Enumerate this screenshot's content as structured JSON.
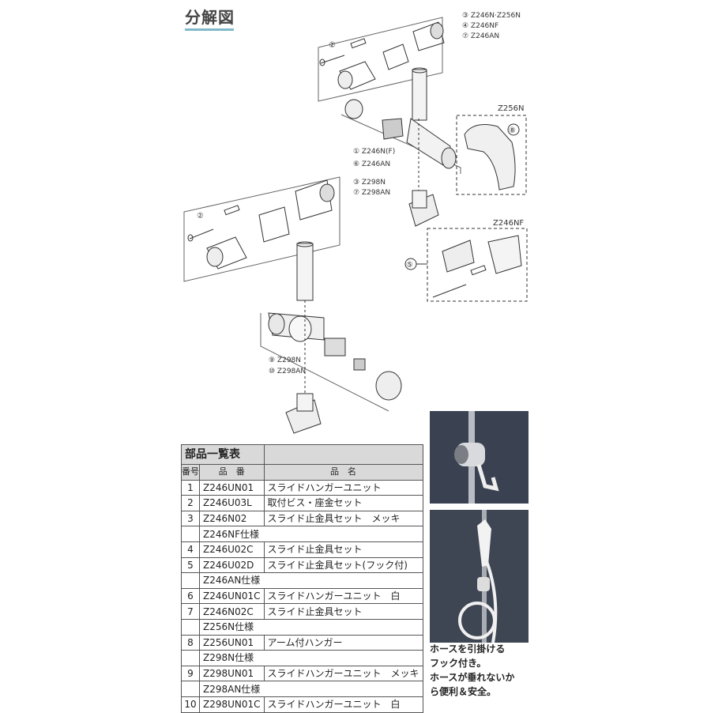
{
  "title": "分解図",
  "diagram": {
    "callouts": {
      "top_right": [
        "③ Z246N·Z256N",
        "④ Z246NF",
        "⑦ Z246AN"
      ],
      "mid_left": [
        "① Z246N(F)",
        "⑥ Z246AN"
      ],
      "upper_left2": [
        "③ Z298N",
        "⑦ Z298AN"
      ],
      "bottom_left": [
        "⑨ Z298N",
        "⑩ Z298AN"
      ]
    },
    "box_labels": {
      "z256n": "Z256N",
      "z246nf": "Z246NF"
    },
    "marker_2": "②",
    "marker_5": "⑤",
    "marker_8": "⑧"
  },
  "table": {
    "title": "部品一覧表",
    "headers": {
      "num": "番号",
      "code": "品　番",
      "name": "品　名"
    },
    "rows": [
      {
        "type": "item",
        "num": "1",
        "code": "Z246UN01",
        "name": "スライドハンガーユニット"
      },
      {
        "type": "item",
        "num": "2",
        "code": "Z246U03L",
        "name": "取付ビス・座金セット"
      },
      {
        "type": "item",
        "num": "3",
        "code": "Z246N02",
        "name": "スライド止金具セット　メッキ"
      },
      {
        "type": "group",
        "label": "Z246NF仕様"
      },
      {
        "type": "item",
        "num": "4",
        "code": "Z246U02C",
        "name": "スライド止金具セット"
      },
      {
        "type": "item",
        "num": "5",
        "code": "Z246U02D",
        "name": "スライド止金具セット(フック付)"
      },
      {
        "type": "group",
        "label": "Z246AN仕様"
      },
      {
        "type": "item",
        "num": "6",
        "code": "Z246UN01C",
        "name": "スライドハンガーユニット　白"
      },
      {
        "type": "item",
        "num": "7",
        "code": "Z246N02C",
        "name": "スライド止金具セット"
      },
      {
        "type": "group",
        "label": "Z256N仕様"
      },
      {
        "type": "item",
        "num": "8",
        "code": "Z256UN01",
        "name": "アーム付ハンガー"
      },
      {
        "type": "group",
        "label": "Z298N仕様"
      },
      {
        "type": "item",
        "num": "9",
        "code": "Z298UN01",
        "name": "スライドハンガーユニット　メッキ"
      },
      {
        "type": "group",
        "label": "Z298AN仕様"
      },
      {
        "type": "item",
        "num": "10",
        "code": "Z298UN01C",
        "name": "スライドハンガーユニット　白"
      }
    ]
  },
  "caption": [
    "ホースを引掛ける",
    "フック付き。",
    "ホースが垂れないか",
    "ら便利＆安全。"
  ],
  "colors": {
    "accent_underline": "#7fb9c9",
    "header_bg": "#d9d9d9",
    "photo_bg": "#3a4251"
  }
}
